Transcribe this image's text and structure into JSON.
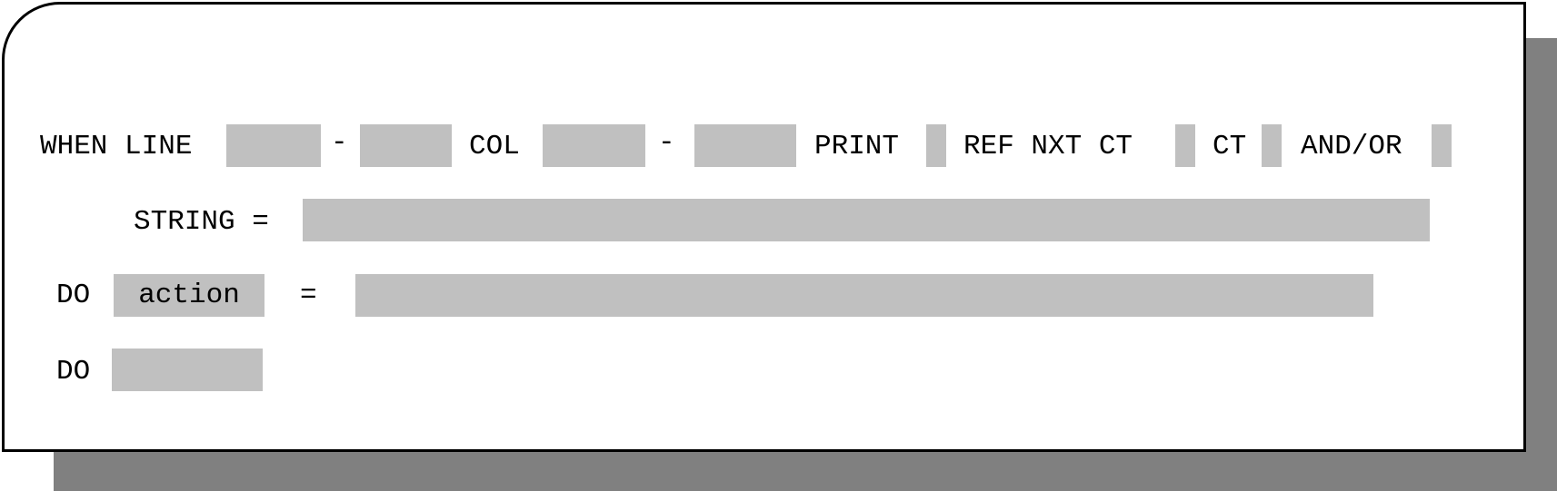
{
  "form": {
    "row1": {
      "when_line_label": "WHEN LINE",
      "line_dash": "-",
      "col_label": "COL",
      "col_dash": "-",
      "print_label": "PRINT",
      "ref_nxt_ct_label": "REF NXT CT",
      "ct_label": "CT",
      "and_or_label": "AND/OR",
      "line_from_value": "",
      "line_to_value": "",
      "col_from_value": "",
      "col_to_value": "",
      "print_value": "",
      "ref_nxt_ct_value": "",
      "ct_value": "",
      "and_or_value": ""
    },
    "row2": {
      "string_label": "STRING =",
      "string_value": ""
    },
    "row3": {
      "do_label": "DO",
      "action_value": "action",
      "equals_label": "=",
      "action_arg_value": ""
    },
    "row4": {
      "do_label": "DO",
      "do_value": ""
    }
  },
  "colors": {
    "field_background": "#c0c0c0",
    "shadow": "#808080",
    "border": "#000000"
  }
}
